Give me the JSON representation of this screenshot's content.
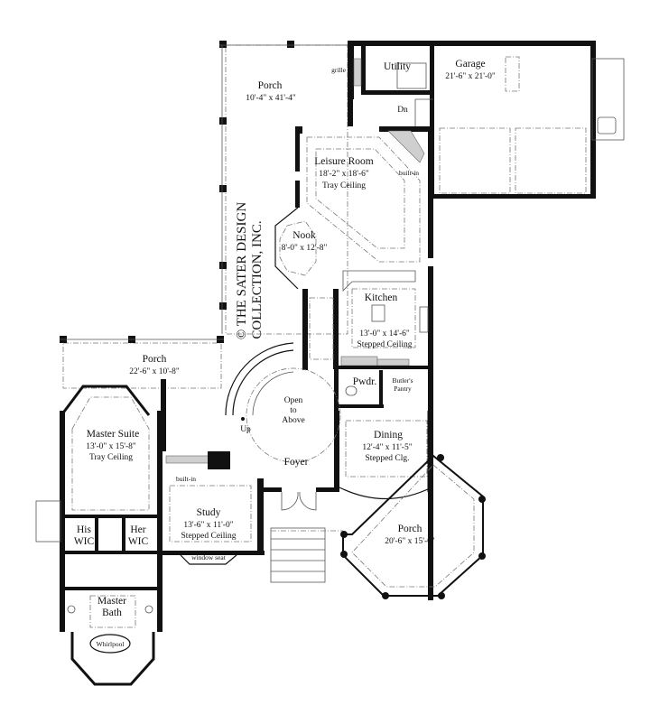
{
  "copyright": {
    "line1": "© THE SATER DESIGN",
    "line2": "COLLECTION, INC."
  },
  "rooms": {
    "porch_top": {
      "name": "Porch",
      "size": "10'-4\" x 41'-4\""
    },
    "utility": {
      "name": "Utility"
    },
    "garage": {
      "name": "Garage",
      "size": "21'-6\" x 21'-0\""
    },
    "leisure": {
      "name": "Leisure Room",
      "size": "18'-2\" x 18'-6\"",
      "ceiling": "Tray Ceiling"
    },
    "nook": {
      "name": "Nook",
      "size": "8'-0\" x 12'-8\""
    },
    "kitchen": {
      "name": "Kitchen",
      "size": "13'-0\" x 14'-6\"",
      "ceiling": "Stepped Ceiling"
    },
    "porch_left": {
      "name": "Porch",
      "size": "22'-6\" x 10'-8\""
    },
    "open_above": {
      "line1": "Open",
      "line2": "to",
      "line3": "Above"
    },
    "pwdr": {
      "name": "Pwdr."
    },
    "butlers": {
      "line1": "Butler's",
      "line2": "Pantry"
    },
    "master_suite": {
      "name": "Master Suite",
      "size": "13'-0\" x 15'-8\"",
      "ceiling": "Tray Ceiling"
    },
    "dining": {
      "name": "Dining",
      "size": "12'-4\" x 11'-5\"",
      "ceiling": "Stepped Clg."
    },
    "foyer": {
      "name": "Foyer"
    },
    "study": {
      "name": "Study",
      "size": "13'-6\" x 11'-0\"",
      "ceiling": "Stepped Ceiling"
    },
    "his_wic": {
      "line1": "His",
      "line2": "WIC"
    },
    "her_wic": {
      "line1": "Her",
      "line2": "WIC"
    },
    "porch_right": {
      "name": "Porch",
      "size": "20'-6\" x 15'-6\""
    },
    "master_bath": {
      "line1": "Master",
      "line2": "Bath"
    },
    "whirlpool": {
      "name": "Whirlpool"
    }
  },
  "annotations": {
    "grille": "grille",
    "dn": "Dn",
    "built_in_leisure": "built-in",
    "up": "Up",
    "l": "L",
    "built_in_study": "built-in",
    "window_seat": "window seat"
  }
}
